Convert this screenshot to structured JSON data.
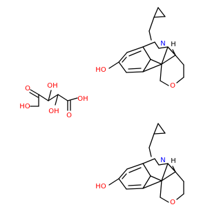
{
  "colors": {
    "bond": "#000000",
    "oxygen": "#ff0000",
    "nitrogen": "#0000ff",
    "hydrogen_label": "#000000"
  },
  "molecule_1": {
    "hydroxyl_label": "HO",
    "nitrogen_label": "N",
    "ring_oxygen_label": "O",
    "stereo_h_label": "H"
  },
  "molecule_2": {
    "hydroxyl_label": "HO",
    "nitrogen_label": "N",
    "ring_oxygen_label": "O",
    "stereo_h_label": "H"
  },
  "tartaric_acid": {
    "oh_left": "HO",
    "oh_right": "OH",
    "oh_top": "OH",
    "oh_bottom": "OH",
    "o_left": "O",
    "o_right": "O"
  }
}
